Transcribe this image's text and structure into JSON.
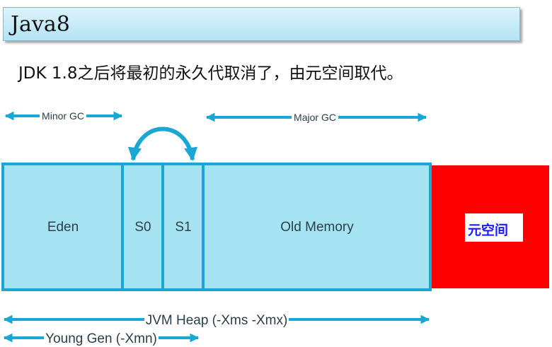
{
  "title": "Java8",
  "subtitle": "JDK 1.8之后将最初的永久代取消了，由元空间取代。",
  "diagram": {
    "minor_gc": "Minor GC",
    "major_gc": "Major GC",
    "regions": {
      "eden": "Eden",
      "s0": "S0",
      "s1": "S1",
      "old": "Old Memory",
      "metaspace": "元空间"
    },
    "jvm_heap": "JVM Heap (-Xms -Xmx)",
    "young_gen": "Young Gen (-Xmn)",
    "colors": {
      "region_fill": "#a6e3f2",
      "region_border": "#1aa7d4",
      "arrow": "#1aa7d4",
      "metaspace_fill": "#ff0000",
      "metaspace_text": "#1a1aff"
    }
  }
}
